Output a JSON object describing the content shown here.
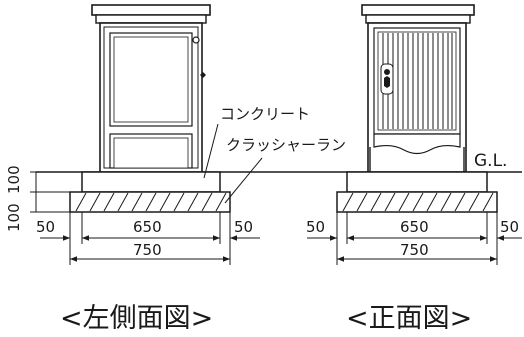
{
  "annotations": {
    "concrete": "コンクリート",
    "crusher_run": "クラッシャーラン",
    "ground_level": "G.L."
  },
  "left_view": {
    "caption": "<左側面図>",
    "side_margin_left": "50",
    "side_margin_right": "50",
    "inner_width": "650",
    "outer_width": "750",
    "height_top": "100",
    "height_bottom": "100"
  },
  "front_view": {
    "caption": "<正面図>",
    "side_margin_left": "50",
    "side_margin_right": "50",
    "inner_width": "650",
    "outer_width": "750"
  }
}
